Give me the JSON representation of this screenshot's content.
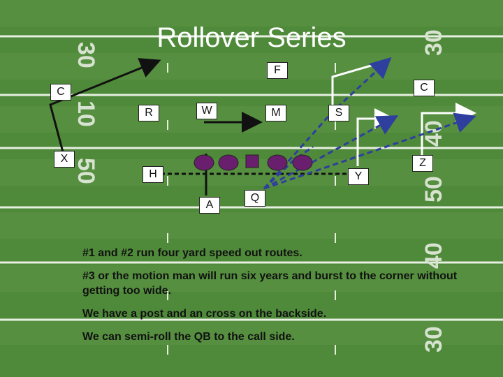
{
  "title": "Rollover Series",
  "players": {
    "F": "F",
    "C_left": "C",
    "C_right": "C",
    "R": "R",
    "W": "W",
    "M": "M",
    "S": "S",
    "X": "X",
    "H": "H",
    "Y": "Y",
    "Z": "Z",
    "A": "A",
    "Q": "Q"
  },
  "yard_numbers": [
    "30",
    "10",
    "50",
    "50",
    "40",
    "40",
    "30",
    "30"
  ],
  "notes": [
    "#1 and #2 run four yard speed out routes.",
    "#3 or the motion man will run six years and burst to the corner without getting too wide.",
    "We have a post and an cross on the backside.",
    "We can semi-roll the QB to the call side."
  ],
  "colors": {
    "field": "#4f8a3a",
    "line": "#e6efe0",
    "lineman": "#6a1f6e",
    "route_blue": "#2e3f9e",
    "route_white": "#ffffff",
    "route_black": "#111111"
  }
}
